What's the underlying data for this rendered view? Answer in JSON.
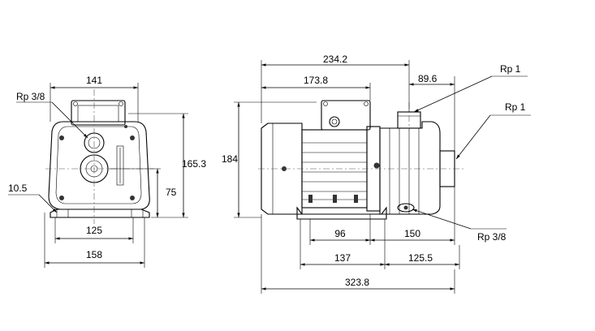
{
  "dimensions": {
    "w141": "141",
    "rp38_left": "Rp 3/8",
    "h1653": "165.3",
    "h75": "75",
    "d105": "10.5",
    "w125": "125",
    "w158": "158",
    "w2342": "234.2",
    "w1738": "173.8",
    "w896": "89.6",
    "rp1_top": "Rp 1",
    "rp1_side": "Rp 1",
    "h184": "184",
    "w96": "96",
    "w150": "150",
    "rp38_right": "Rp 3/8",
    "w137": "137",
    "w1255": "125.5",
    "w3238": "323.8"
  },
  "colors": {
    "line": "#000000",
    "dark_detail": "#333333"
  }
}
